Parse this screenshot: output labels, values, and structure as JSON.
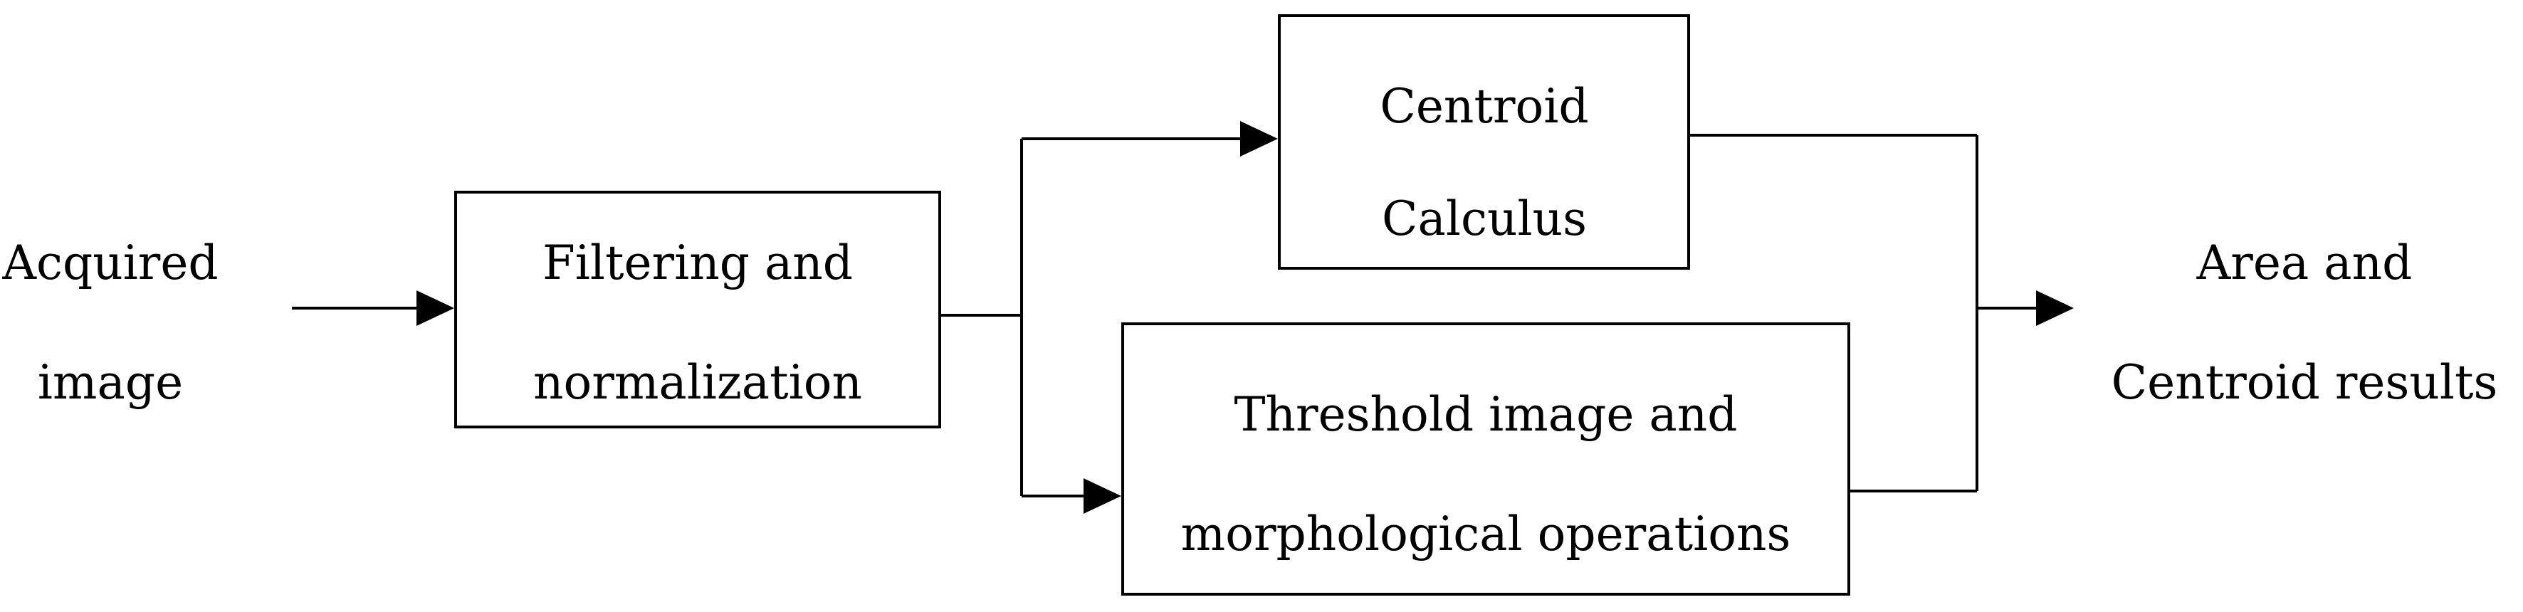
{
  "input_label": {
    "line1": "Acquired",
    "line2": "image"
  },
  "filter_block": {
    "line1": "Filtering and",
    "line2": "normalization"
  },
  "centroid_block": {
    "line1": "Centroid",
    "line2": "Calculus"
  },
  "threshold_block": {
    "line1": "Threshold image and",
    "line2": "morphological operations"
  },
  "output_label": {
    "line1": "Area and",
    "line2": "Centroid results"
  }
}
